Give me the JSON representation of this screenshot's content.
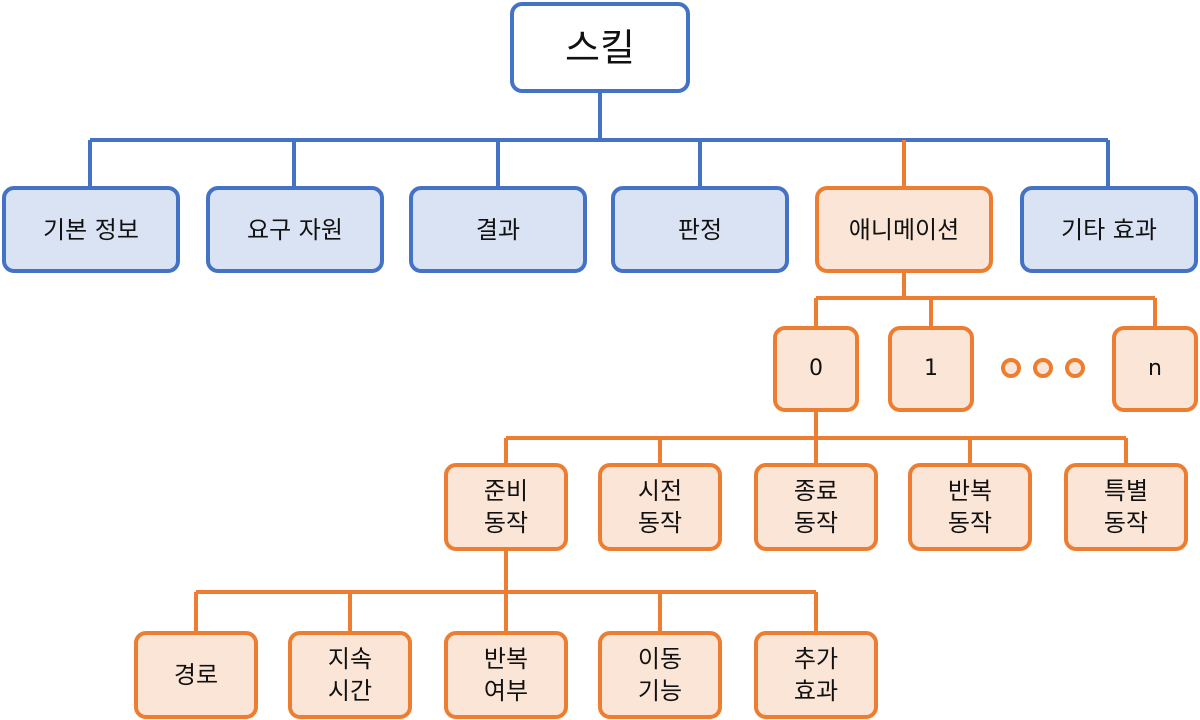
{
  "colors": {
    "blue_border": "#4472c4",
    "blue_fill": "#dae3f3",
    "orange_border": "#ed7d31",
    "orange_fill": "#fbe5d6"
  },
  "root": "스킬",
  "level1": [
    "기본 정보",
    "요구 자원",
    "결과",
    "판정",
    "애니메이션",
    "기타 효과"
  ],
  "frames": [
    "0",
    "1",
    "n"
  ],
  "actions": [
    "준비\n동작",
    "시전\n동작",
    "종료\n동작",
    "반복\n동작",
    "특별\n동작"
  ],
  "prep_details": [
    "경로",
    "지속\n시간",
    "반복\n여부",
    "이동\n기능",
    "추가\n효과"
  ]
}
